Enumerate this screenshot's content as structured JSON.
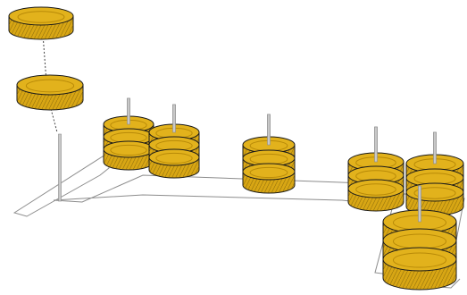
{
  "scene": {
    "colors": {
      "tire_fill": "#e2b21c",
      "tire_side": "#d8a614",
      "tire_shadow": "#b88a08",
      "tire_outline": "#1a1a1a",
      "post": "#c8c8c8",
      "post_outline": "#8a8a8a",
      "floor_line": "#8c8c8c",
      "background": "#ffffff"
    },
    "stacks": [
      {
        "name": "stack-1",
        "tires": 3,
        "post": true
      },
      {
        "name": "stack-2",
        "tires": 3,
        "post": true
      },
      {
        "name": "stack-3",
        "tires": 3,
        "post": true
      },
      {
        "name": "stack-4",
        "tires": 3,
        "post": true
      },
      {
        "name": "stack-5",
        "tires": 3,
        "post": true
      },
      {
        "name": "stack-6",
        "tires": 3,
        "post": true
      }
    ],
    "hovering_tires": 2
  }
}
